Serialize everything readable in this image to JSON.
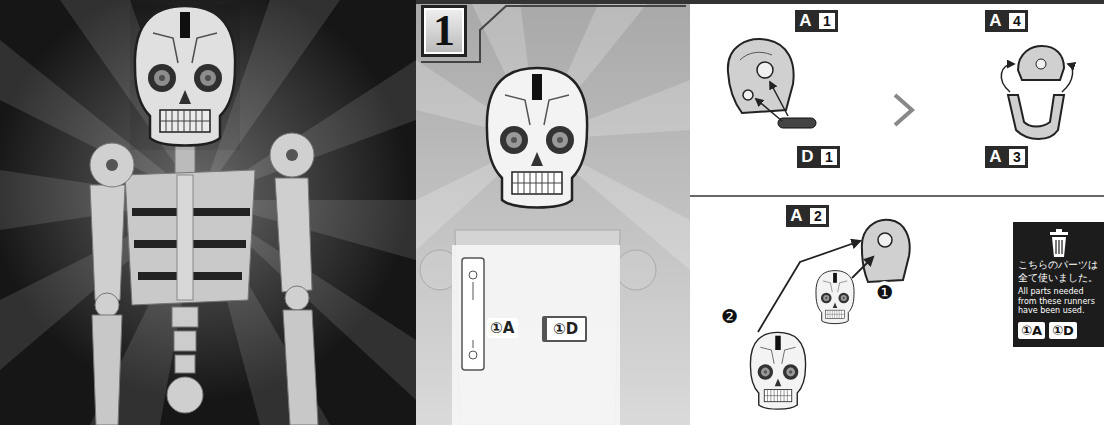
{
  "diagram": {
    "nodes": [
      {
        "text": [
          "1"
        ]
      },
      {
        "text": [
          "①A"
        ]
      },
      {
        "text": [
          "①D"
        ]
      },
      {
        "text": [
          "こちらのパーツは全て使いました。",
          "All parts needed from these runners have been used.",
          "①A",
          "①D"
        ]
      }
    ],
    "labels": [
      "A",
      "1",
      "D",
      "1",
      "A",
      "4",
      "A",
      "3",
      "A",
      "2",
      "❷",
      "❶"
    ]
  }
}
